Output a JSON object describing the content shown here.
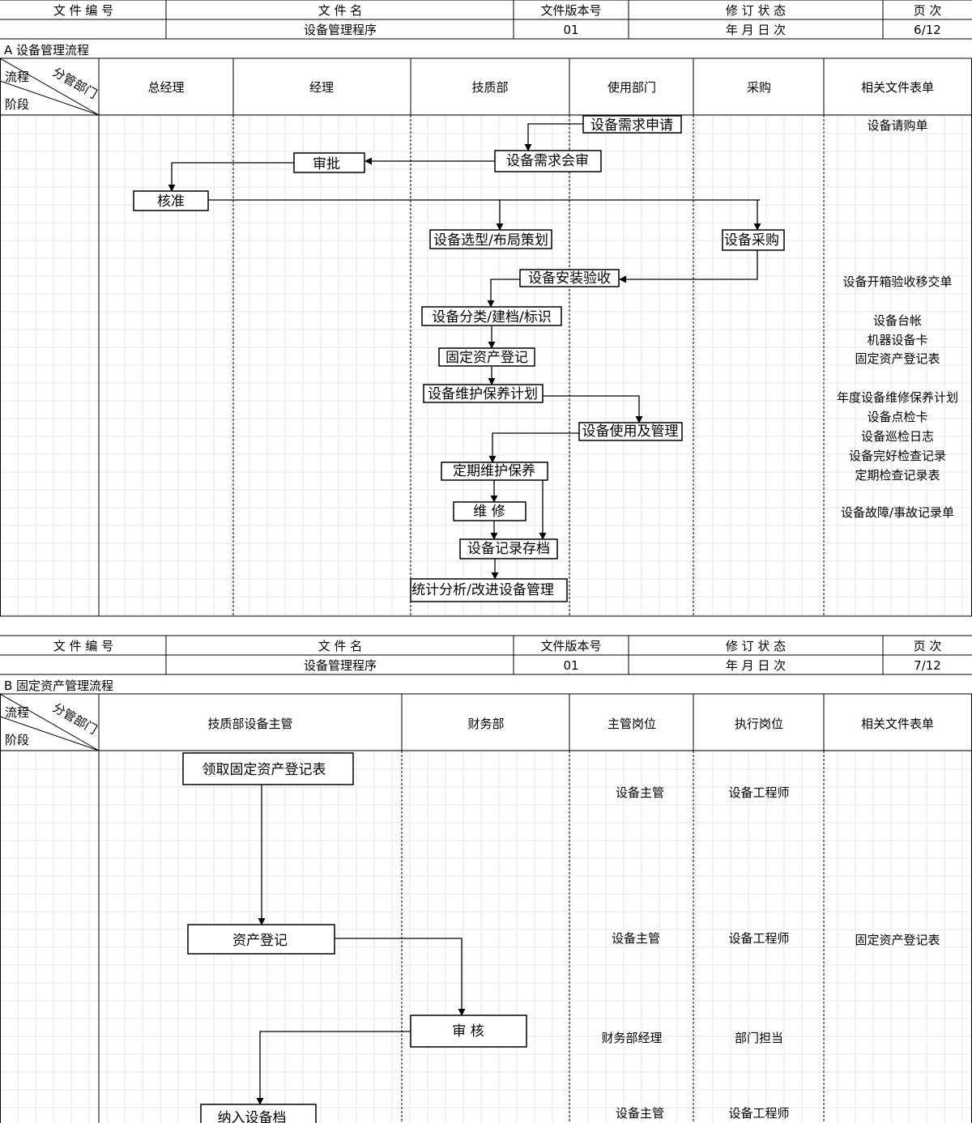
{
  "header_labels": {
    "doc_no": "文 件 编 号",
    "doc_name": "文 件 名",
    "version": "文件版本号",
    "revision": "修 订 状 态",
    "page": "页 次",
    "date": "年 月 日 次"
  },
  "sheet1": {
    "doc_title": "设备管理程序",
    "version_value": "01",
    "page_value": "6/12",
    "section_title": "A 设备管理流程",
    "corner": {
      "process": "流程",
      "dept": "分管部门",
      "stage": "阶段"
    },
    "columns": [
      "总经理",
      "经理",
      "技质部",
      "使用部门",
      "采购",
      "相关文件表单"
    ],
    "boxes": {
      "b1": "设备需求申请",
      "b2": "设备需求会审",
      "b3": "审批",
      "b4": "核准",
      "b5": "设备选型/布局策划",
      "b6": "设备采购",
      "b7": "设备安装验收",
      "b8": "设备分类/建档/标识",
      "b9": "固定资产登记",
      "b10": "设备维护保养计划",
      "b11": "设备使用及管理",
      "b12": "定期维护保养",
      "b13": "维 修",
      "b14": "设备记录存档",
      "b15": "统计分析/改进设备管理"
    },
    "forms": {
      "f1": "设备请购单",
      "f2": "设备开箱验收移交单",
      "f3": "设备台帐",
      "f4": "机器设备卡",
      "f5": "固定资产登记表",
      "f6": "年度设备维修保养计划",
      "f7": "设备点检卡",
      "f8": "设备巡检日志",
      "f9": "设备完好检查记录",
      "f10": "定期检查记录表",
      "f11": "设备故障/事故记录单"
    }
  },
  "sheet2": {
    "doc_title": "设备管理程序",
    "version_value": "01",
    "page_value": "7/12",
    "section_title": "B 固定资产管理流程",
    "corner": {
      "process": "流程",
      "dept": "分管部门",
      "stage": "阶段"
    },
    "columns": [
      "技质部设备主管",
      "财务部",
      "主管岗位",
      "执行岗位",
      "相关文件表单"
    ],
    "boxes": {
      "c1": "领取固定资产登记表",
      "c2": "资产登记",
      "c3": "审 核",
      "c4": "纳入设备档"
    },
    "rows": {
      "r1_main": "设备主管",
      "r1_exec": "设备工程师",
      "r2_main": "设备主管",
      "r2_exec": "设备工程师",
      "r2_form": "固定资产登记表",
      "r3_main": "财务部经理",
      "r3_exec": "部门担当",
      "r4_main": "设备主管",
      "r4_exec": "设备工程师"
    }
  }
}
